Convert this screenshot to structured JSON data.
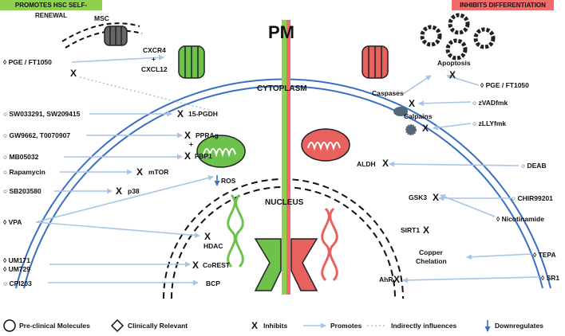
{
  "banners": {
    "left": {
      "label": "PROMOTES HSC SELF-RENEWAL",
      "color": "#8fd14f"
    },
    "right": {
      "label": "INHIBITS DIFFERENTIATION",
      "color": "#f26b6b"
    }
  },
  "colors": {
    "membrane": "#3a6fc4",
    "promote_arrow": "#a9c4e6",
    "green_component": "#6cc24a",
    "red_component": "#e8615f",
    "divider_green": "#8fd14f",
    "divider_red": "#f26b6b"
  },
  "labels": {
    "pm": "PM",
    "cytoplasm": "CYTOPLASM",
    "nucleus": "NUCLEUS",
    "msc": "MSC",
    "cxcr4": "CXCR4",
    "plus1": "+",
    "cxcl12": "CXCL12",
    "pgdh": "15-PGDH",
    "pprag": "PPRAg",
    "plus2": "+",
    "fbp1": "FBP1",
    "mtor": "mTOR",
    "p38": "p38",
    "ros": "ROS",
    "hdac": "HDAC",
    "corest": "CoREST",
    "bcp": "BCP",
    "apoptosis": "Apoptosis",
    "caspases": "Caspases",
    "calpains": "Calpains",
    "aldh": "ALDH",
    "gsk3": "GSK3",
    "sirt1": "SIRT1",
    "copper": "Copper",
    "chelation": "Chelation",
    "ahr": "AhR"
  },
  "left_molecules": [
    {
      "id": "pge-left",
      "symbol": "◊",
      "text": "PGE / FT1050"
    },
    {
      "id": "sw",
      "symbol": "○",
      "text": "SW033291, SW209415"
    },
    {
      "id": "gw",
      "symbol": "○",
      "text": "GW9662, T0070907"
    },
    {
      "id": "mb",
      "symbol": "○",
      "text": "MB05032"
    },
    {
      "id": "rapamycin",
      "symbol": "○",
      "text": "Rapamycin"
    },
    {
      "id": "sb",
      "symbol": "○",
      "text": "SB203580"
    },
    {
      "id": "vpa",
      "symbol": "◊",
      "text": "VPA"
    },
    {
      "id": "um171",
      "symbol": "◊",
      "text": "UM171"
    },
    {
      "id": "um729",
      "symbol": "◊",
      "text": "UM729"
    },
    {
      "id": "cpi",
      "symbol": "○",
      "text": "CPI203"
    }
  ],
  "right_molecules": [
    {
      "id": "pge-right",
      "symbol": "◊",
      "text": "PGE / FT1050"
    },
    {
      "id": "zvad",
      "symbol": "○",
      "text": "zVADfmk"
    },
    {
      "id": "zlly",
      "symbol": "○",
      "text": "zLLYfmk"
    },
    {
      "id": "deab",
      "symbol": "○",
      "text": "DEAB"
    },
    {
      "id": "chir",
      "symbol": "○",
      "text": "CHIR99201"
    },
    {
      "id": "nicotinamide",
      "symbol": "◊",
      "text": "Nicotinamide"
    },
    {
      "id": "tepa",
      "symbol": "◊",
      "text": "TEPA"
    },
    {
      "id": "sr1",
      "symbol": "◊",
      "text": "SR1"
    }
  ],
  "inhibit_mark": "X",
  "legend": {
    "preclinical": "Pre-clinical Molecules",
    "clinical": "Clinically Relevant",
    "inhibits": "Inhibits",
    "promotes": "Promotes",
    "indirect": "Indirectly influences",
    "downregulates": "Downregulates"
  }
}
